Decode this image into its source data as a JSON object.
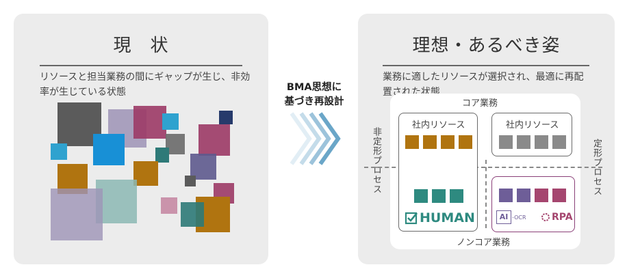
{
  "current": {
    "title": "現　状",
    "description_line1": "リソースと担当業務の間にギャップが生じ、非効",
    "description_line2": "率が生じている状態"
  },
  "transition": {
    "line1": "BMA思想に",
    "line2": "基づき再設計"
  },
  "ideal": {
    "title": "理想・あるべき姿",
    "description_line1": "業務に適したリソースが選択され、最適に再配",
    "description_line2": "置された状態",
    "core_label": "コア業務",
    "noncore_label": "ノンコア業務",
    "unstructured_label": "非定形プロセス",
    "structured_label": "定形プロセス",
    "internal_resource_left": "社内リソース",
    "internal_resource_right": "社内リソース",
    "human_label": "HUMAN",
    "ai_label": "AI",
    "ocr_label": "-OCR",
    "rpa_label": "RPA"
  },
  "colors": {
    "panel_bg": "#ececec",
    "orange": "#b07410",
    "gray": "#8a8a8a",
    "teal": "#2e8a80",
    "purple": "#6e5e98",
    "magenta": "#a5466f",
    "blue": "#1890d6",
    "navy": "#263a6b"
  }
}
